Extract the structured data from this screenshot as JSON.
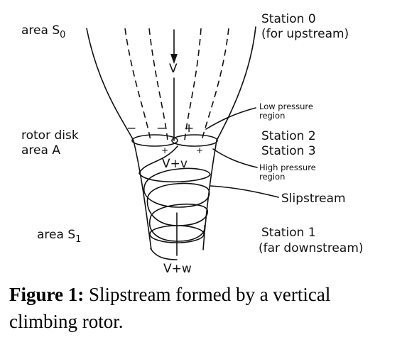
{
  "labels": {
    "area_s0": "area S",
    "area_s0_sub": "0",
    "station0": "Station 0",
    "station0_note": "(for upstream)",
    "v": "V",
    "low_pressure_1": "Low pressure",
    "low_pressure_2": "region",
    "rotor_disk_1": "rotor disk",
    "rotor_disk_2": "area A",
    "station2": "Station 2",
    "station3": "Station 3",
    "high_pressure_1": "High pressure",
    "high_pressure_2": "region",
    "v_plus_v": "V+v",
    "slipstream": "Slipstream",
    "area_s1": "area S",
    "area_s1_sub": "1",
    "station1": "Station 1",
    "station1_note": "(far downstream)",
    "v_plus_w": "V+w",
    "minus": "−",
    "plus": "+"
  },
  "caption": {
    "bold": "Figure 1:",
    "line1": " Slipstream formed by a vertical",
    "line2": "climbing rotor."
  }
}
